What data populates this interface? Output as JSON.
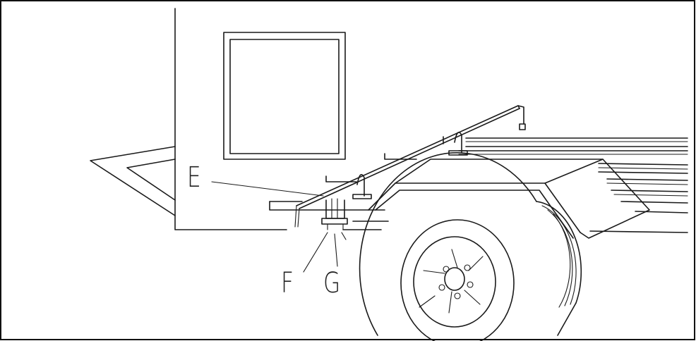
{
  "labels": {
    "e": "E",
    "f": "F",
    "g": "G"
  },
  "colors": {
    "line": "#1a1a1a",
    "background": "#ffffff"
  }
}
